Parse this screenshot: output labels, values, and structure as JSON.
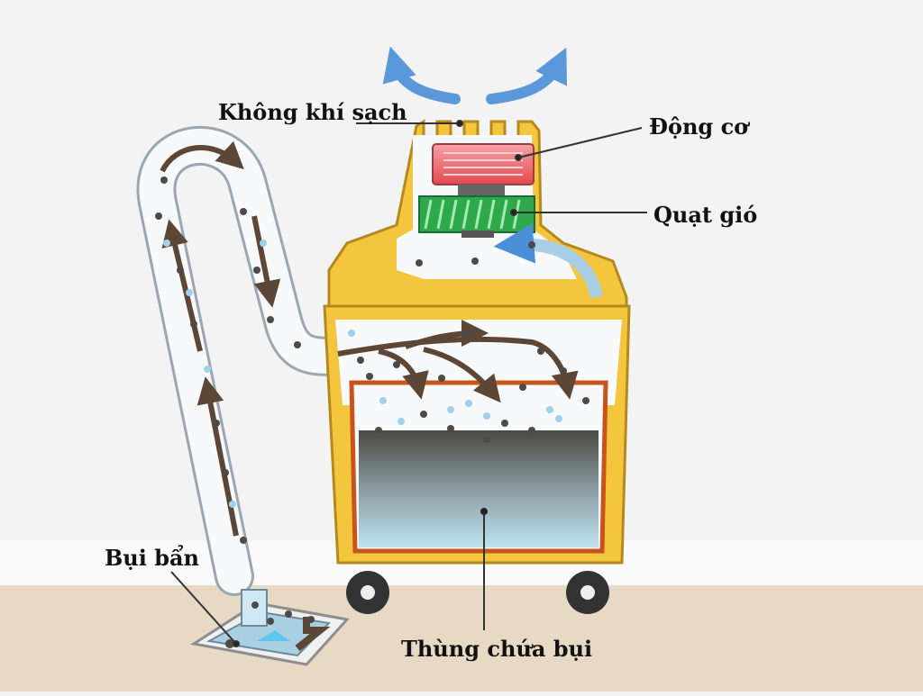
{
  "labels": {
    "clean_air": "Không khí sạch",
    "motor": "Động cơ",
    "fan": "Quạt gió",
    "dirt": "Bụi bẩn",
    "dust_bin": "Thùng chứa bụi"
  },
  "colors": {
    "background": "#f3f3f3",
    "floor": "#e8d9c4",
    "body_yellow": "#f4c63d",
    "body_outline": "#b48a1e",
    "bin_border": "#c9531d",
    "dust_fill_top": "#4b4a44",
    "dust_fill_bottom": "#bfe3f2",
    "motor_red": "#e85b63",
    "fan_green": "#2ea84b",
    "hose_white": "#f7f9fb",
    "arrow_brown": "#5c4635",
    "air_blue": "#4a8fd8",
    "wheel": "#333333"
  }
}
